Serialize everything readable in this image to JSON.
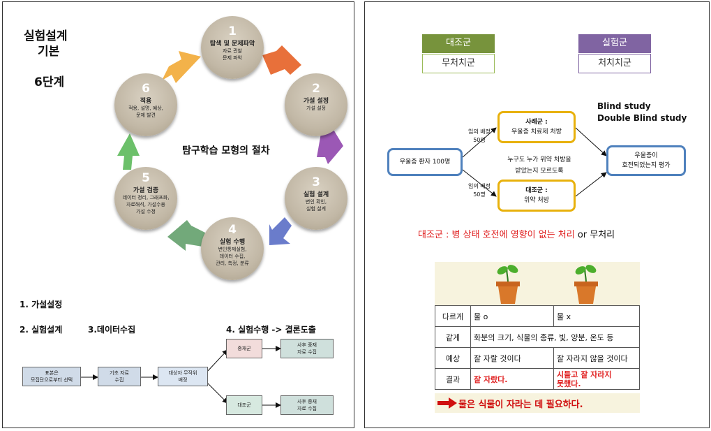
{
  "left": {
    "title_line1": "실험설계",
    "title_line2": "기본",
    "title_line3": "6단계",
    "cycle_title": "탐구학습 모형의 절차",
    "steps": [
      {
        "num": "1",
        "title": "탐색 및 문제파악",
        "sub1": "자료 관찰",
        "sub2": "문제 파악",
        "sub3": "",
        "sub4": ""
      },
      {
        "num": "2",
        "title": "가설 설정",
        "sub1": "가설 설정",
        "sub2": "",
        "sub3": "",
        "sub4": ""
      },
      {
        "num": "3",
        "title": "실험 설계",
        "sub1": "변인 확인,",
        "sub2": "실험 설계",
        "sub3": "",
        "sub4": ""
      },
      {
        "num": "4",
        "title": "실험 수행",
        "sub1": "변인통제실험,",
        "sub2": "데이터 수집,",
        "sub3": "관리, 측정, 분류",
        "sub4": ""
      },
      {
        "num": "5",
        "title": "가설 검증",
        "sub1": "데이터 정리, 그래프화,",
        "sub2": "자료해석, 가설수용",
        "sub3": "가설 수정",
        "sub4": ""
      },
      {
        "num": "6",
        "title": "적용",
        "sub1": "적용, 설명, 예상,",
        "sub2": "문제 발견",
        "sub3": "",
        "sub4": ""
      }
    ],
    "label_hypothesis": "1. 가설설정",
    "label_design": "2. 실험설계",
    "label_data": "3.데이터수집",
    "label_execute": "4. 실험수행 -> 결론도출",
    "flow": {
      "sample_line1": "표본은",
      "sample_line2": "모집단으로부터 선택",
      "baseline_line1": "기초 자료",
      "baseline_line2": "수집",
      "assign_line1": "대상자 무작위",
      "assign_line2": "배정",
      "treatment": "중재군",
      "control": "대조군",
      "post1_line1": "사후 중재",
      "post1_line2": "자료 수집",
      "post2_line1": "사후 중재",
      "post2_line2": "자료 수집"
    }
  },
  "right": {
    "control_header": "대조군",
    "control_sub": "무처치군",
    "exp_header": "실험군",
    "exp_sub": "처치치군",
    "blind1": "Blind study",
    "blind2": "Double Blind study",
    "patients": "우울증 환자 100명",
    "random_top_line1": "임의 배정",
    "random_top_line2": "50명",
    "random_bot_line1": "임의 배정",
    "random_bot_line2": "50명",
    "case_line1": "사례군 :",
    "case_line2": "우울증 치료제 처방",
    "ctrl_line1": "대조군 :",
    "ctrl_line2": "위약 처방",
    "middle_line1": "누구도 누가 위약 처방을",
    "middle_line2": "받았는지 모르도록",
    "eval_line1": "우울증이",
    "eval_line2": "호전되었는지 평가",
    "def_label": "대조군 : ",
    "def_red": "병 상태 호전에 영향이 없는 처리",
    "def_rest": " or 무처리",
    "table": {
      "r1c1": "다르게",
      "r1c2": "물 o",
      "r1c3": "물 x",
      "r2c1": "같게",
      "r2c2": "화분의 크기, 식물의 종류, 빛, 양분, 온도 등",
      "r3c1": "예상",
      "r3c2": "잘 자랄 것이다",
      "r3c3": "잘 자라지 않을 것이다",
      "r4c1": "결과",
      "r4c2": "잘 자랐다.",
      "r4c3_line1": "시들고 잘 자라지",
      "r4c3_line2": "못했다."
    },
    "conclusion": "물은 식물이 자라는 데 필요하다."
  },
  "colors": {
    "control_green": "#77933c",
    "exp_purple": "#8064a2",
    "box_gold": "#e8b10c",
    "box_blue": "#4f81bd",
    "red": "#e02020"
  }
}
